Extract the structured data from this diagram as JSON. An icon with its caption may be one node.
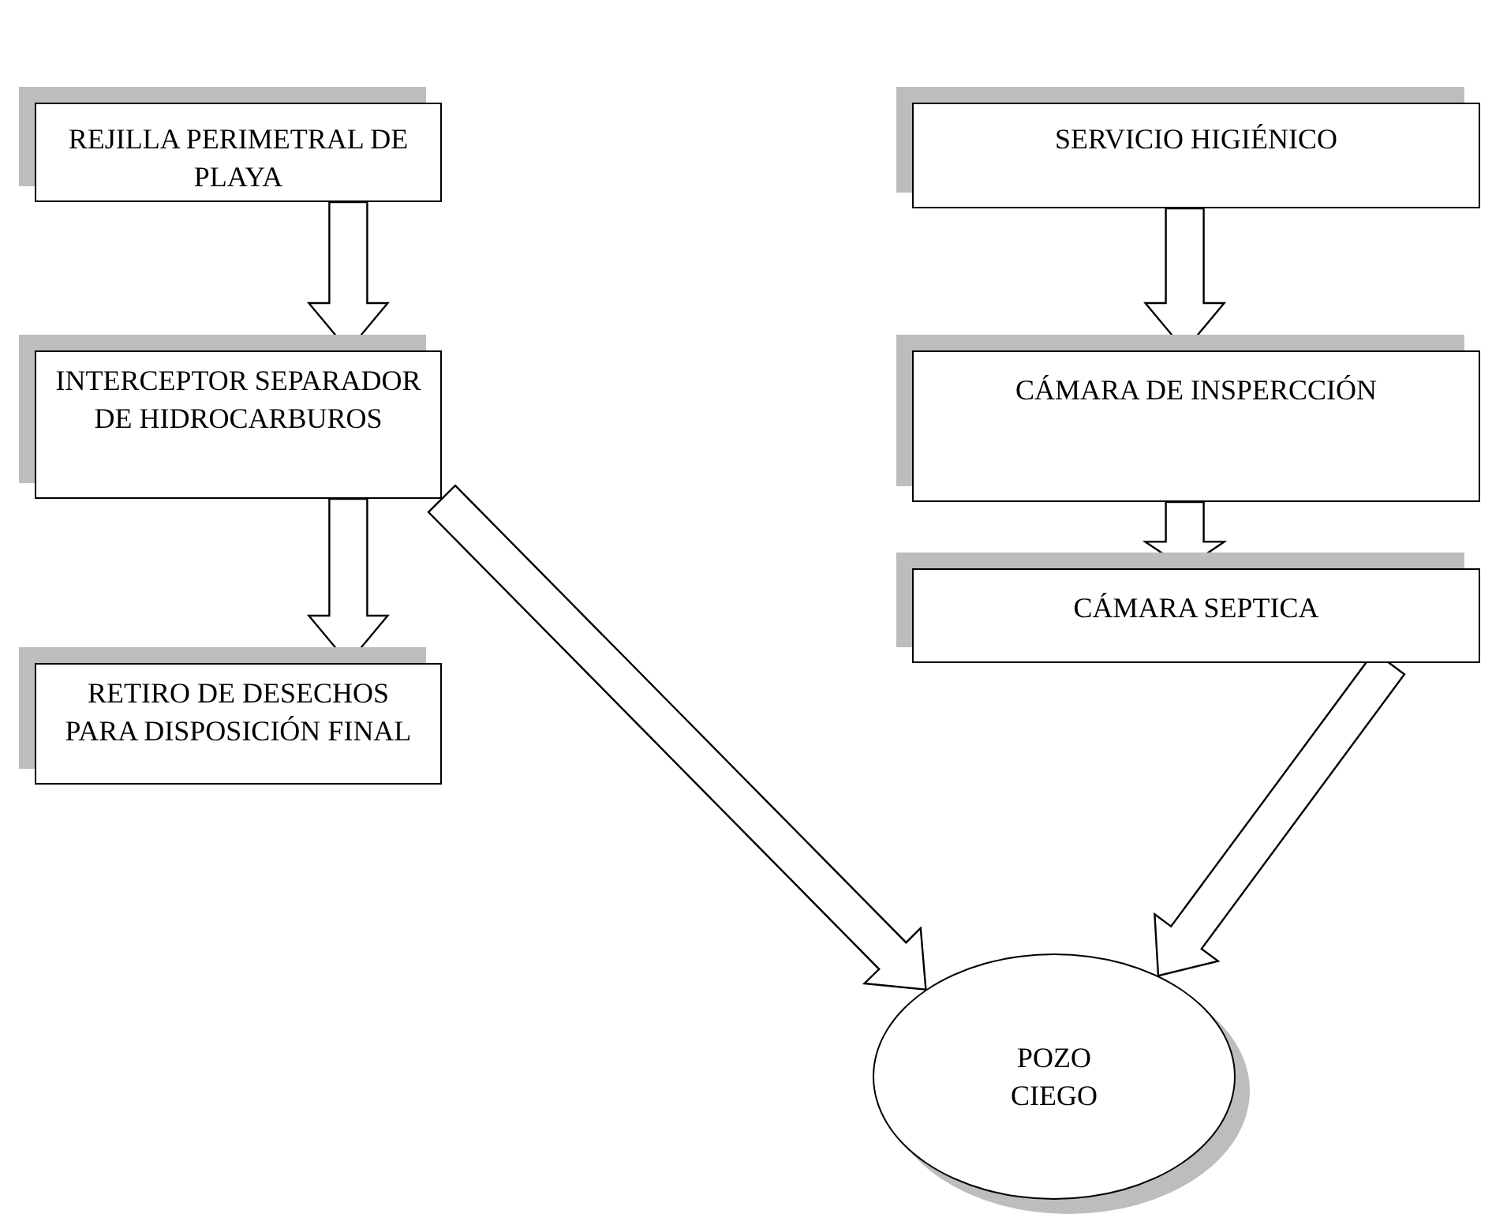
{
  "diagram": {
    "nodes": [
      {
        "text": [
          "REJILLA PERIMETRAL DE PLAYA"
        ]
      },
      {
        "text": [
          "SERVICIO HIGIÉNICO"
        ]
      },
      {
        "text": [
          "INTERCEPTOR SEPARADOR DE HIDROCARBUROS"
        ]
      },
      {
        "text": [
          "CÁMARA DE INSPERCCIÓN"
        ]
      },
      {
        "text": [
          "RETIRO DE DESECHOS PARA DISPOSICIÓN FINAL"
        ]
      },
      {
        "text": [
          "CÁMARA SEPTICA"
        ]
      },
      {
        "text": [
          "POZO CIEGO"
        ]
      }
    ],
    "edges": [
      {
        "from": 0,
        "to": 2,
        "arrow": "to"
      },
      {
        "from": 2,
        "to": 4,
        "arrow": "to"
      },
      {
        "from": 2,
        "to": 6,
        "arrow": "to"
      },
      {
        "from": 1,
        "to": 3,
        "arrow": "to"
      },
      {
        "from": 3,
        "to": 5,
        "arrow": "to"
      },
      {
        "from": 5,
        "to": 6,
        "arrow": "to"
      }
    ]
  }
}
